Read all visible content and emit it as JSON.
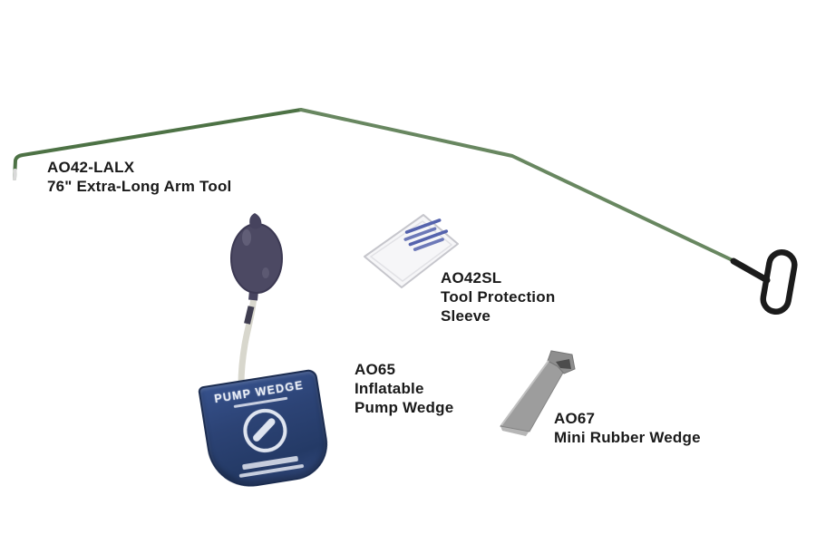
{
  "labels": {
    "arm_tool": {
      "code": "AO42-LALX",
      "name": "76\" Extra-Long Arm Tool"
    },
    "sleeve": {
      "code": "AO42SL",
      "name_line1": "Tool Protection",
      "name_line2": "Sleeve"
    },
    "pump_wedge": {
      "code": "AO65",
      "name_line1": "Inflatable",
      "name_line2": "Pump Wedge"
    },
    "mini_wedge": {
      "code": "AO67",
      "name": "Mini Rubber Wedge"
    }
  },
  "bag": {
    "title": "PUMP WEDGE"
  },
  "colors": {
    "background": "#ffffff",
    "label_text": "#1a1a1a",
    "arm_tool_green": "#5e7c55",
    "handle_black": "#1b1b1b",
    "bag_navy": "#2c4375",
    "bulb_slate": "#4c4963",
    "tube_white": "#d8d7cd",
    "wedge_gray": "#9d9d9d",
    "sleeve_white": "#f6f6f8",
    "sleeve_print_blue": "#5563ad"
  }
}
